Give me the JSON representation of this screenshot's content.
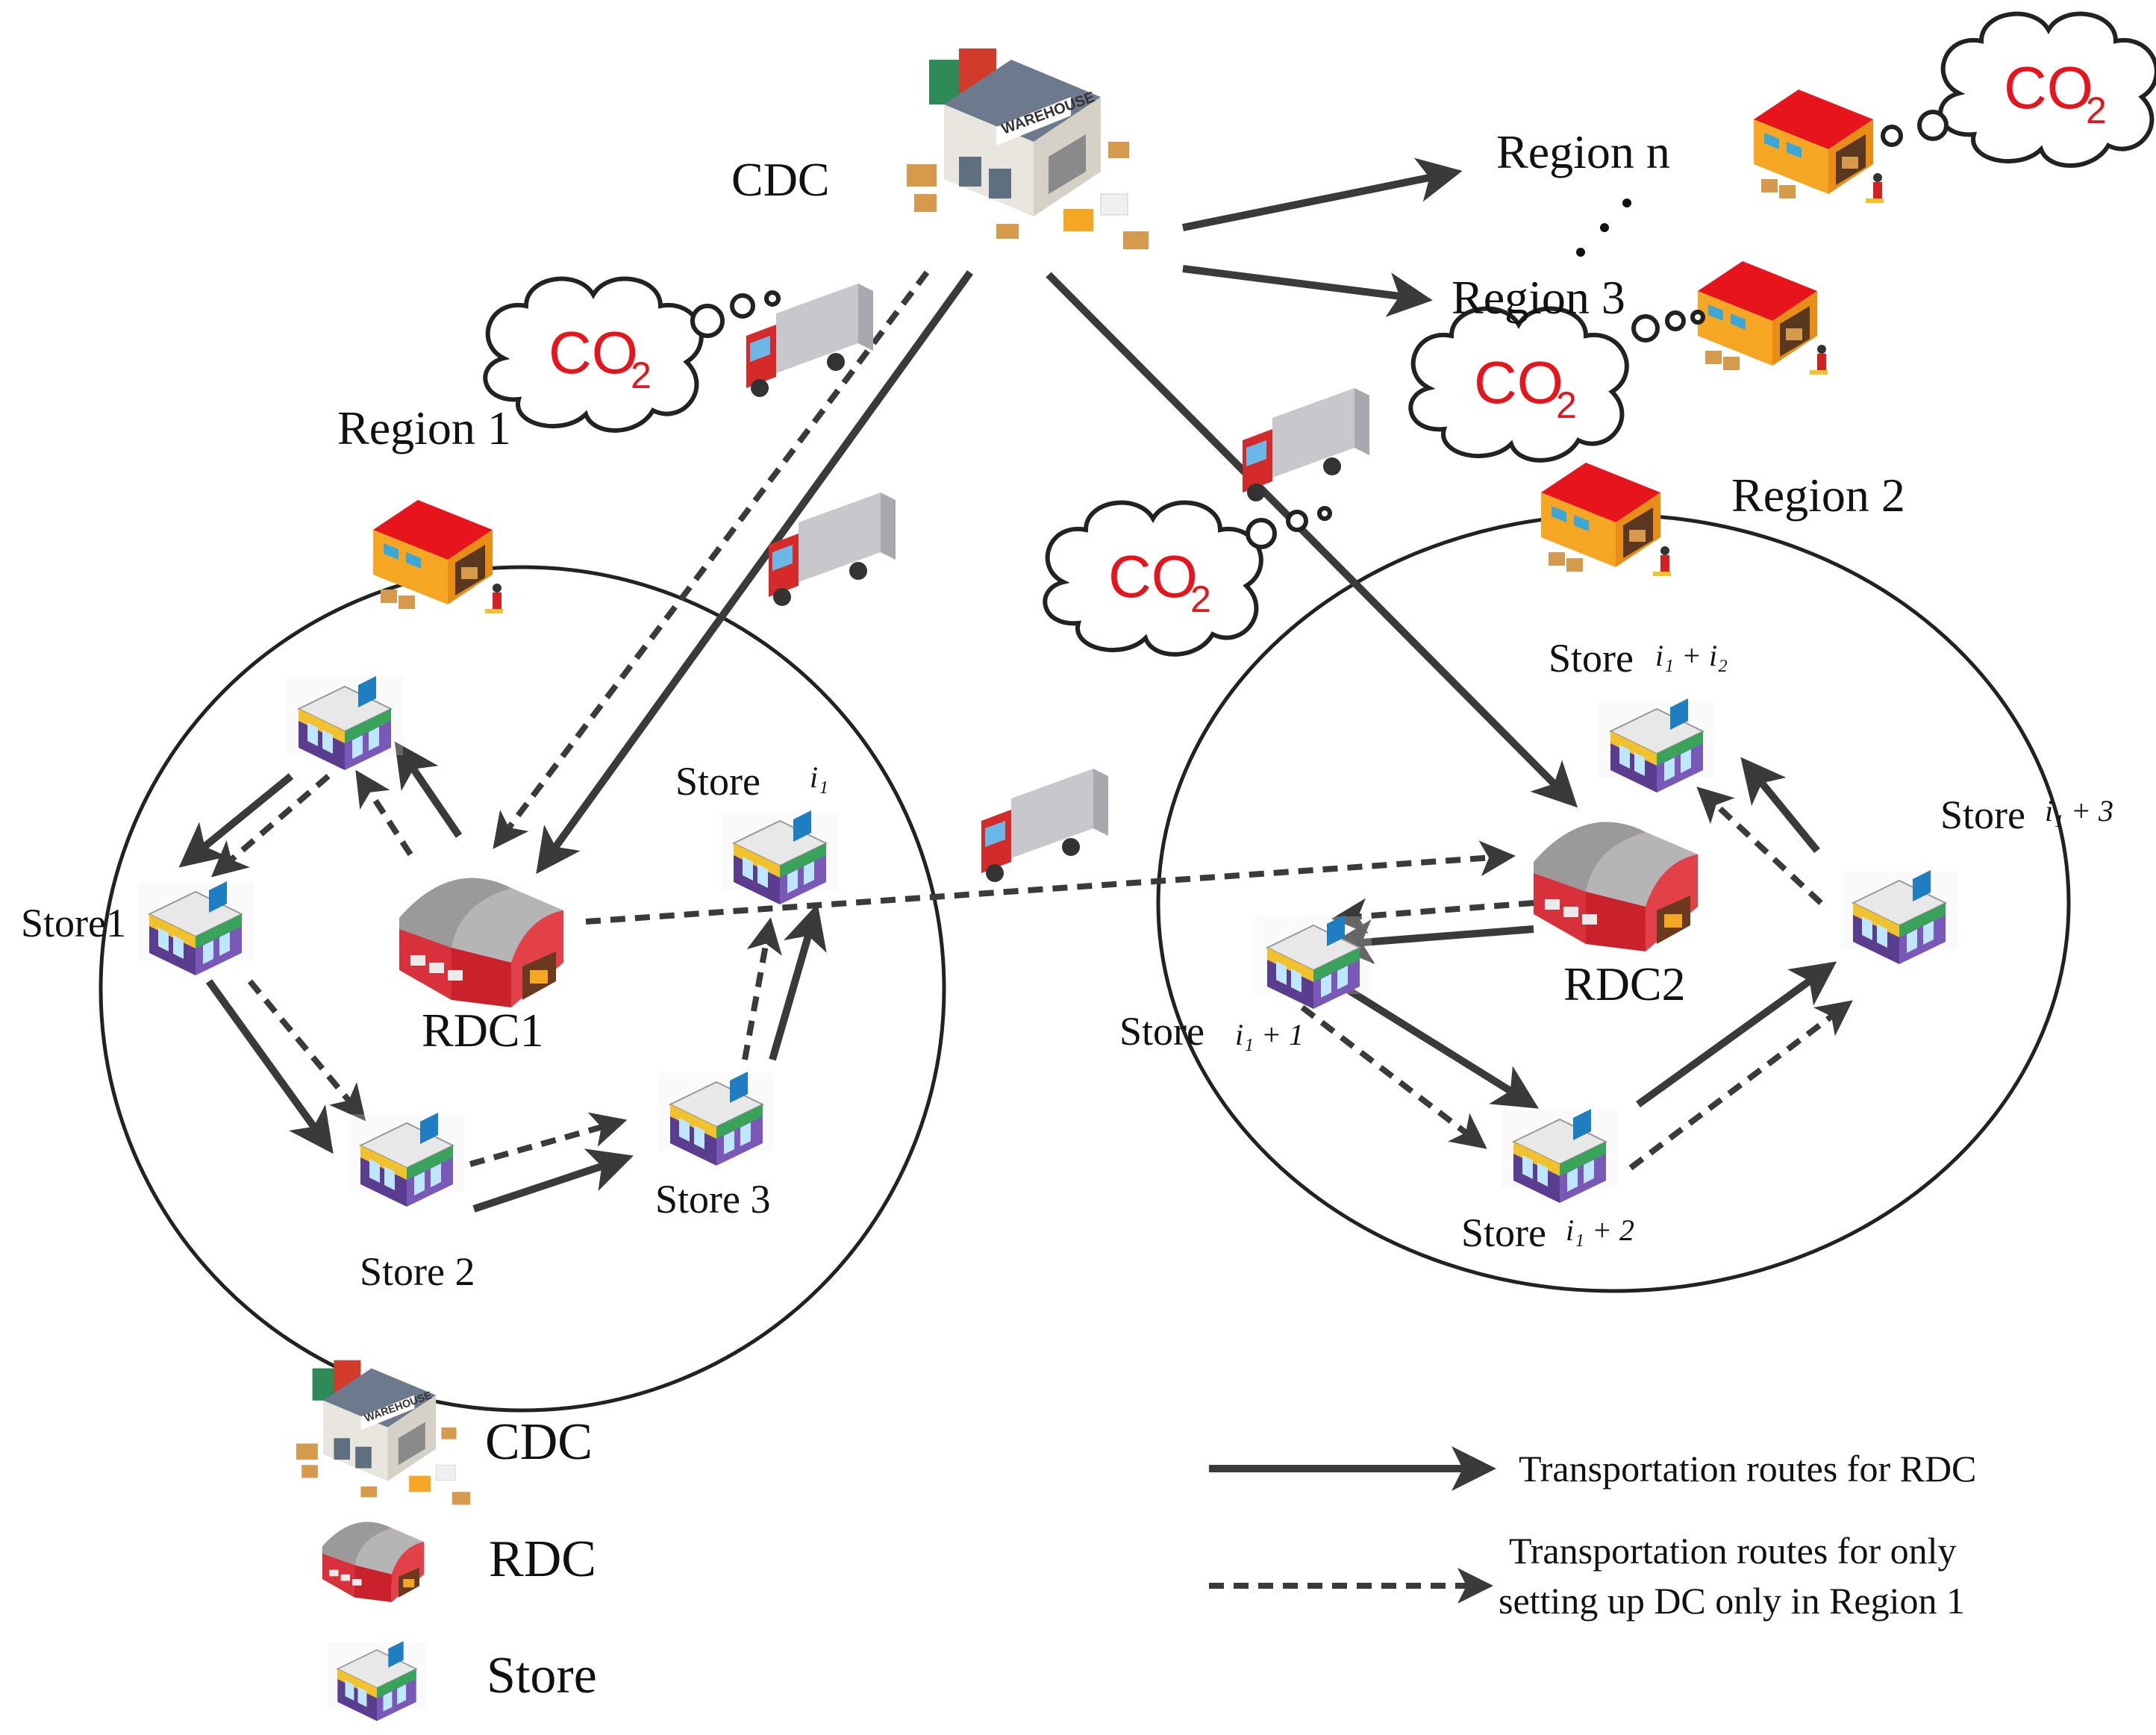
{
  "labels": {
    "cdc": "CDC",
    "region_n": "Region n",
    "region_3": "Region 3",
    "region_1": "Region 1",
    "region_2": "Region 2",
    "rdc1": "RDC1",
    "rdc2": "RDC2",
    "store1": "Store1",
    "store2": "Store 2",
    "store3": "Store 3",
    "store_i1": "Store",
    "store_i1_sub": "i₁",
    "store_i1p1": "Store",
    "store_i1p1_sub": "i₁ + 1",
    "store_i1p2": "Store",
    "store_i1p2_sub": "i₁ + 2",
    "store_i1p3": "Store",
    "store_i1p3_sub": "i₁ + 3",
    "store_i1pi2": "Store",
    "store_i1pi2_sub": "i₁ + i₂"
  },
  "co2": {
    "text": "CO",
    "subscript": "2"
  },
  "legend": {
    "cdc": "CDC",
    "rdc": "RDC",
    "store": "Store",
    "solid_route": "Transportation routes for RDC",
    "dashed_route_line1": "Transportation routes for only",
    "dashed_route_line2": "setting up DC only in Region 1"
  },
  "colors": {
    "arrow": "#3a3a3a",
    "co2_text": "#e8141b",
    "warehouse_roof": "#e8141b",
    "warehouse_wall": "#f5a623",
    "rdc_body": "#d8313b",
    "store_wall": "#5a3d8e",
    "store_awning": "#f2c12e"
  }
}
